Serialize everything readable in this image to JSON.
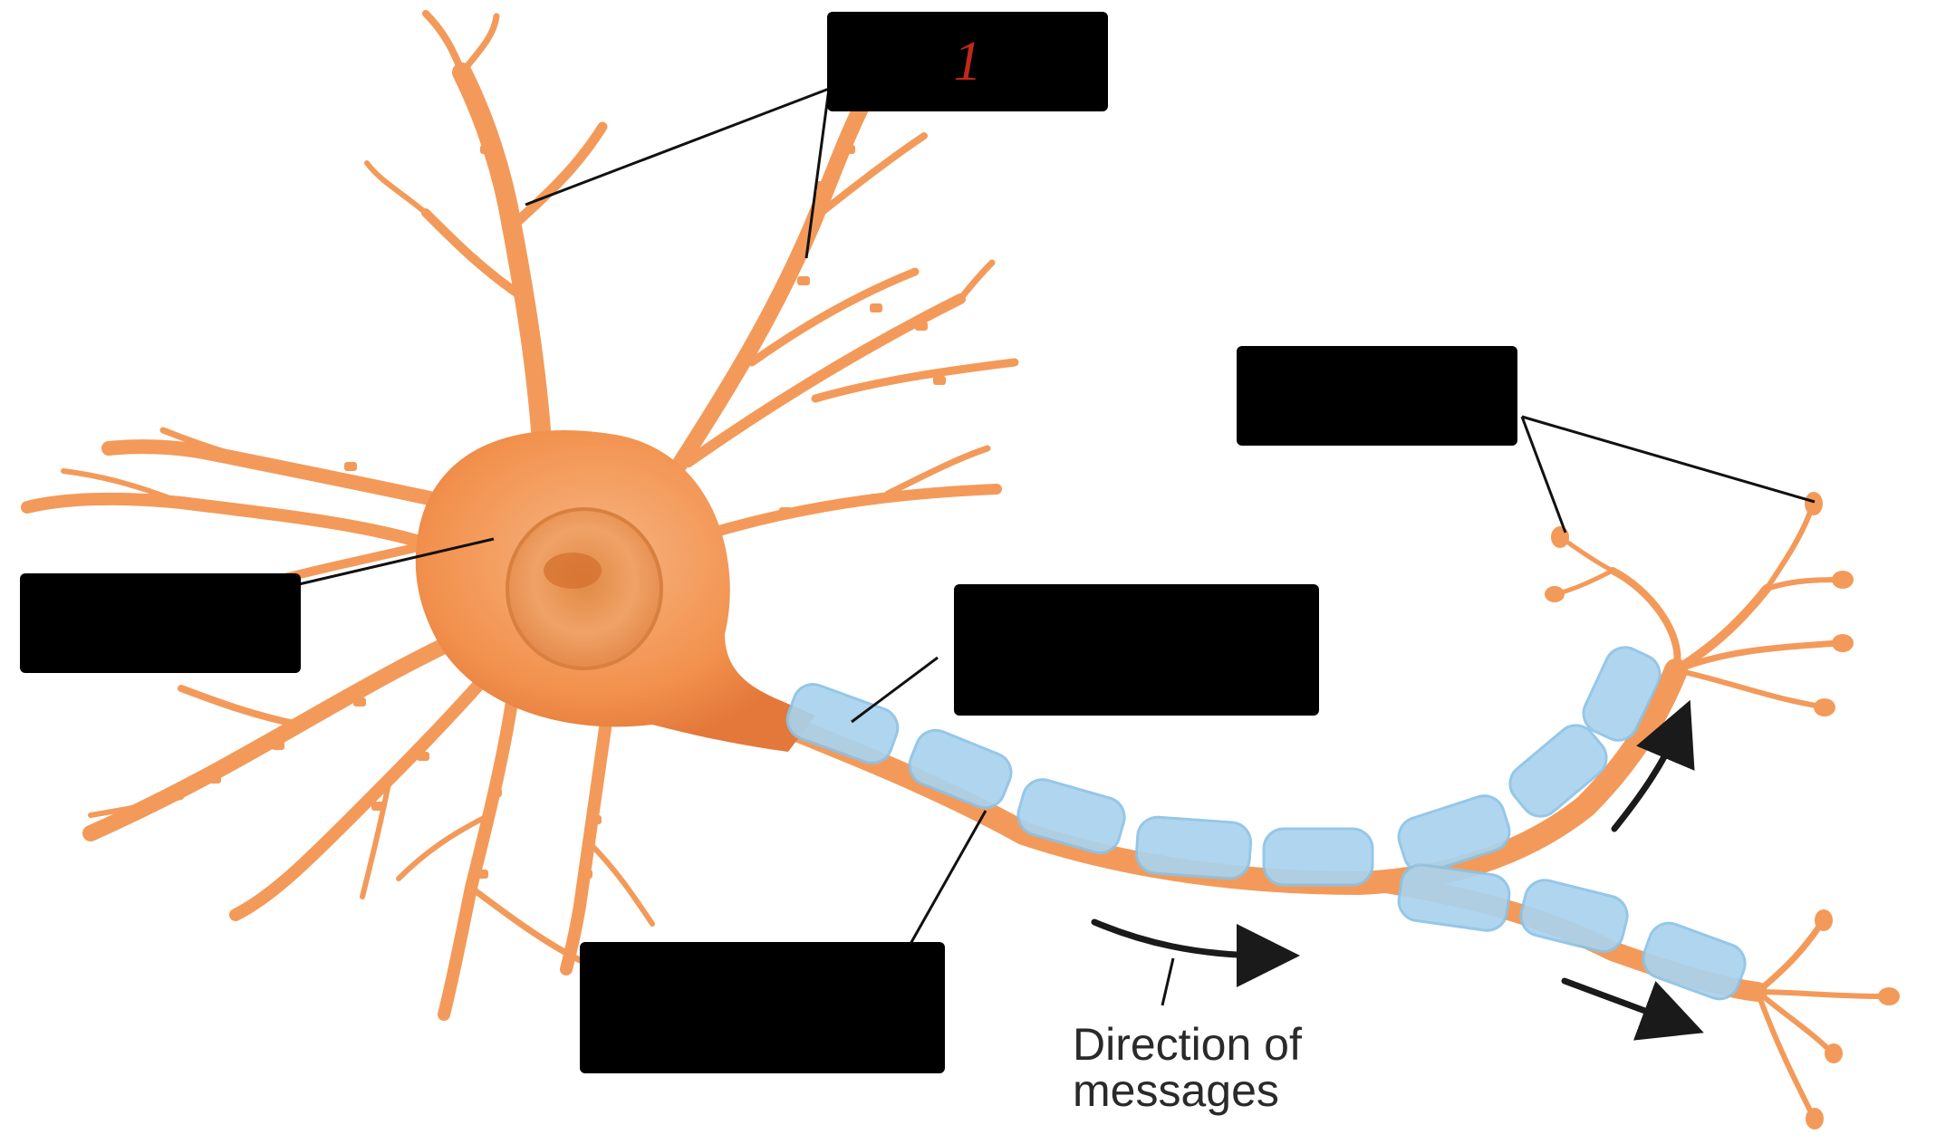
{
  "labels": [
    {
      "id": "label-1",
      "text": "1"
    },
    {
      "id": "label-2",
      "text": ""
    },
    {
      "id": "label-3",
      "text": ""
    },
    {
      "id": "label-4",
      "text": ""
    },
    {
      "id": "label-5",
      "text": ""
    }
  ],
  "caption": {
    "line1": "Direction of",
    "line2": "messages"
  },
  "colors": {
    "neuron": "#f39a5a",
    "neuron_dark": "#d8763a",
    "myelin": "#a9d3ee",
    "myelin_edge": "#8cc2e6",
    "arrow": "#1a1a1a",
    "label_box": "#000000",
    "label_number": "#c0281c"
  }
}
